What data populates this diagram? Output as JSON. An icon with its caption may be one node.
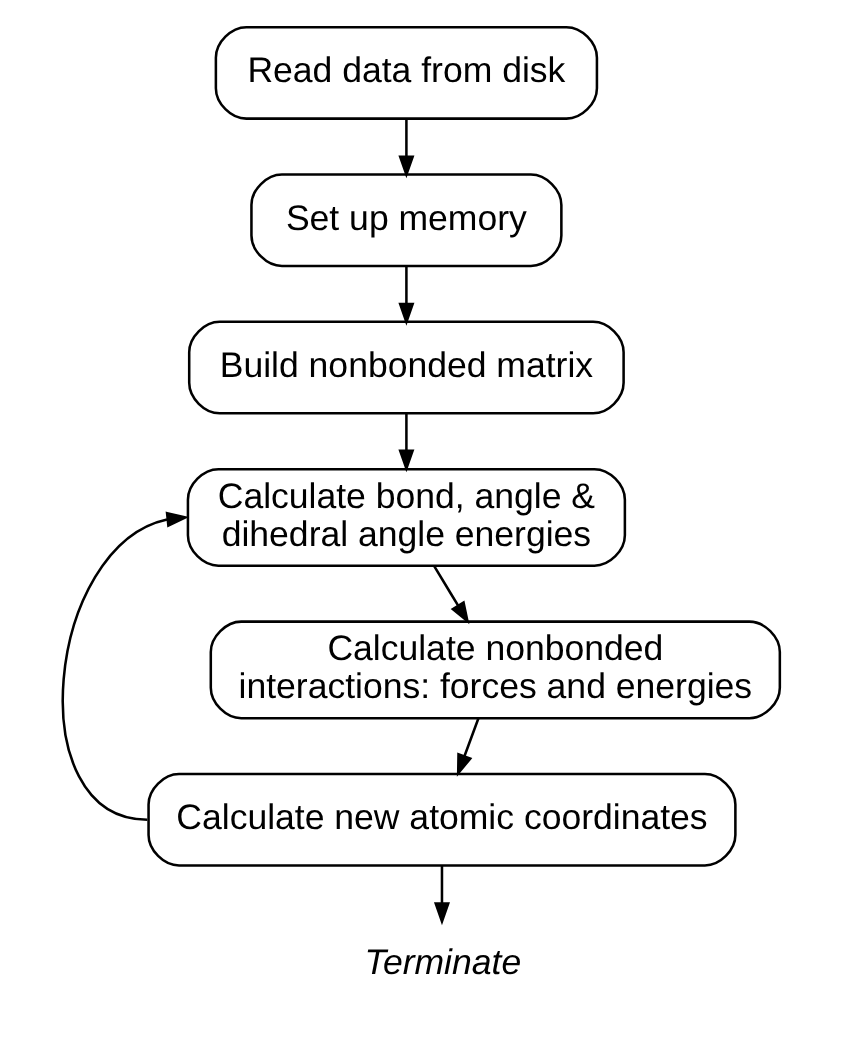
{
  "diagram": {
    "nodes": [
      {
        "text": [
          "Read data from disk"
        ]
      },
      {
        "text": [
          "Set up memory"
        ]
      },
      {
        "text": [
          "Build nonbonded matrix"
        ]
      },
      {
        "text": [
          "Calculate bond, angle & dihedral angle energies"
        ]
      },
      {
        "text": [
          "Calculate nonbonded interactions: forces and energies"
        ]
      },
      {
        "text": [
          "Calculate new atomic coordinates"
        ]
      },
      {
        "text": [
          "Terminate"
        ]
      }
    ],
    "edges": [
      {
        "from": 0,
        "to": 1,
        "arrow": "to"
      },
      {
        "from": 1,
        "to": 2,
        "arrow": "to"
      },
      {
        "from": 2,
        "to": 3,
        "arrow": "to"
      },
      {
        "from": 3,
        "to": 4,
        "arrow": "to"
      },
      {
        "from": 4,
        "to": 5,
        "arrow": "to"
      },
      {
        "from": 5,
        "to": 3,
        "arrow": "to"
      },
      {
        "from": 5,
        "to": 6,
        "arrow": "to"
      }
    ]
  }
}
